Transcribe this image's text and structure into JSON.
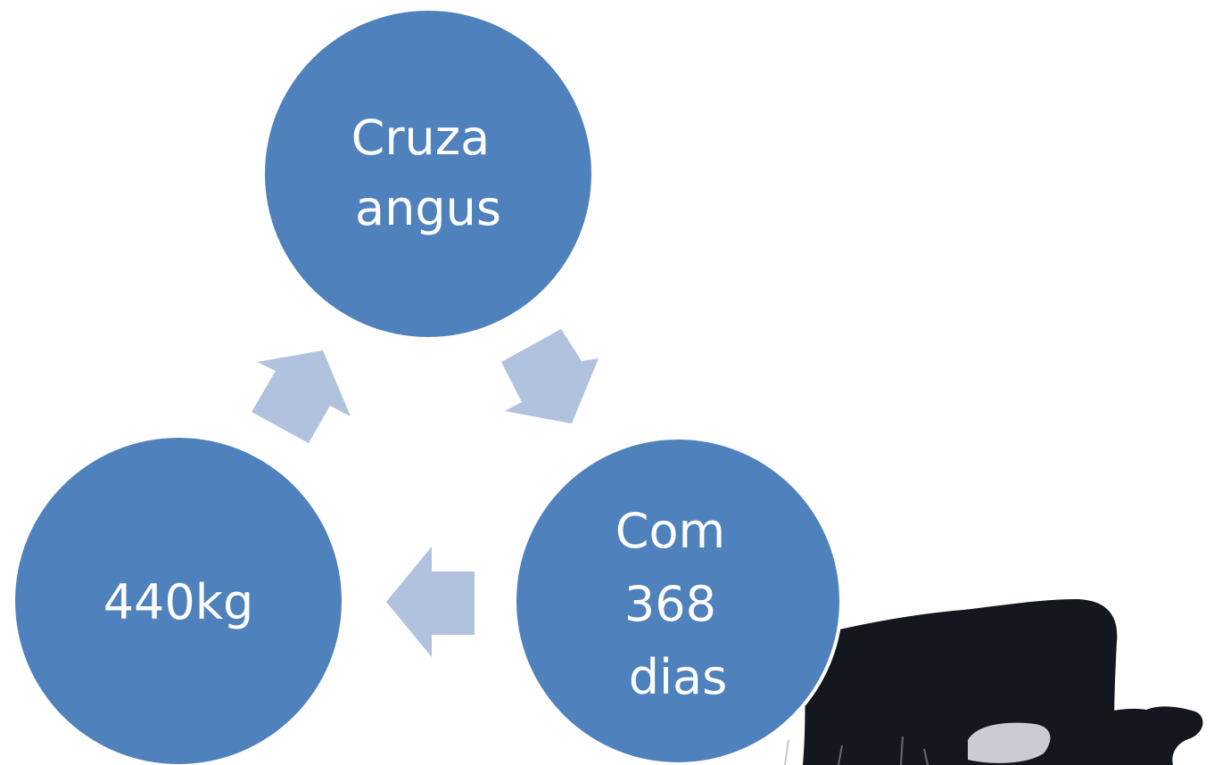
{
  "diagram": {
    "type": "cycle",
    "colors": {
      "node_fill": "#4F81BD",
      "arrow_fill": "#B0C2DE",
      "node_outline": "#ffffff",
      "photo_body": "#15171f",
      "photo_calf_patch": "#c9ccd3"
    },
    "nodes": [
      {
        "id": "top",
        "lines": [
          "Cruza",
          "angus"
        ]
      },
      {
        "id": "right",
        "lines": [
          "Com",
          "368",
          "dias"
        ]
      },
      {
        "id": "left",
        "lines": [
          "440kg"
        ]
      }
    ],
    "arrows": [
      {
        "from": "top",
        "to": "right",
        "icon": "arrow-right-down-icon"
      },
      {
        "from": "right",
        "to": "left",
        "icon": "arrow-left-icon"
      },
      {
        "from": "left",
        "to": "top",
        "icon": "arrow-up-right-icon"
      }
    ],
    "photo": {
      "icon": "cattle-photo"
    }
  }
}
